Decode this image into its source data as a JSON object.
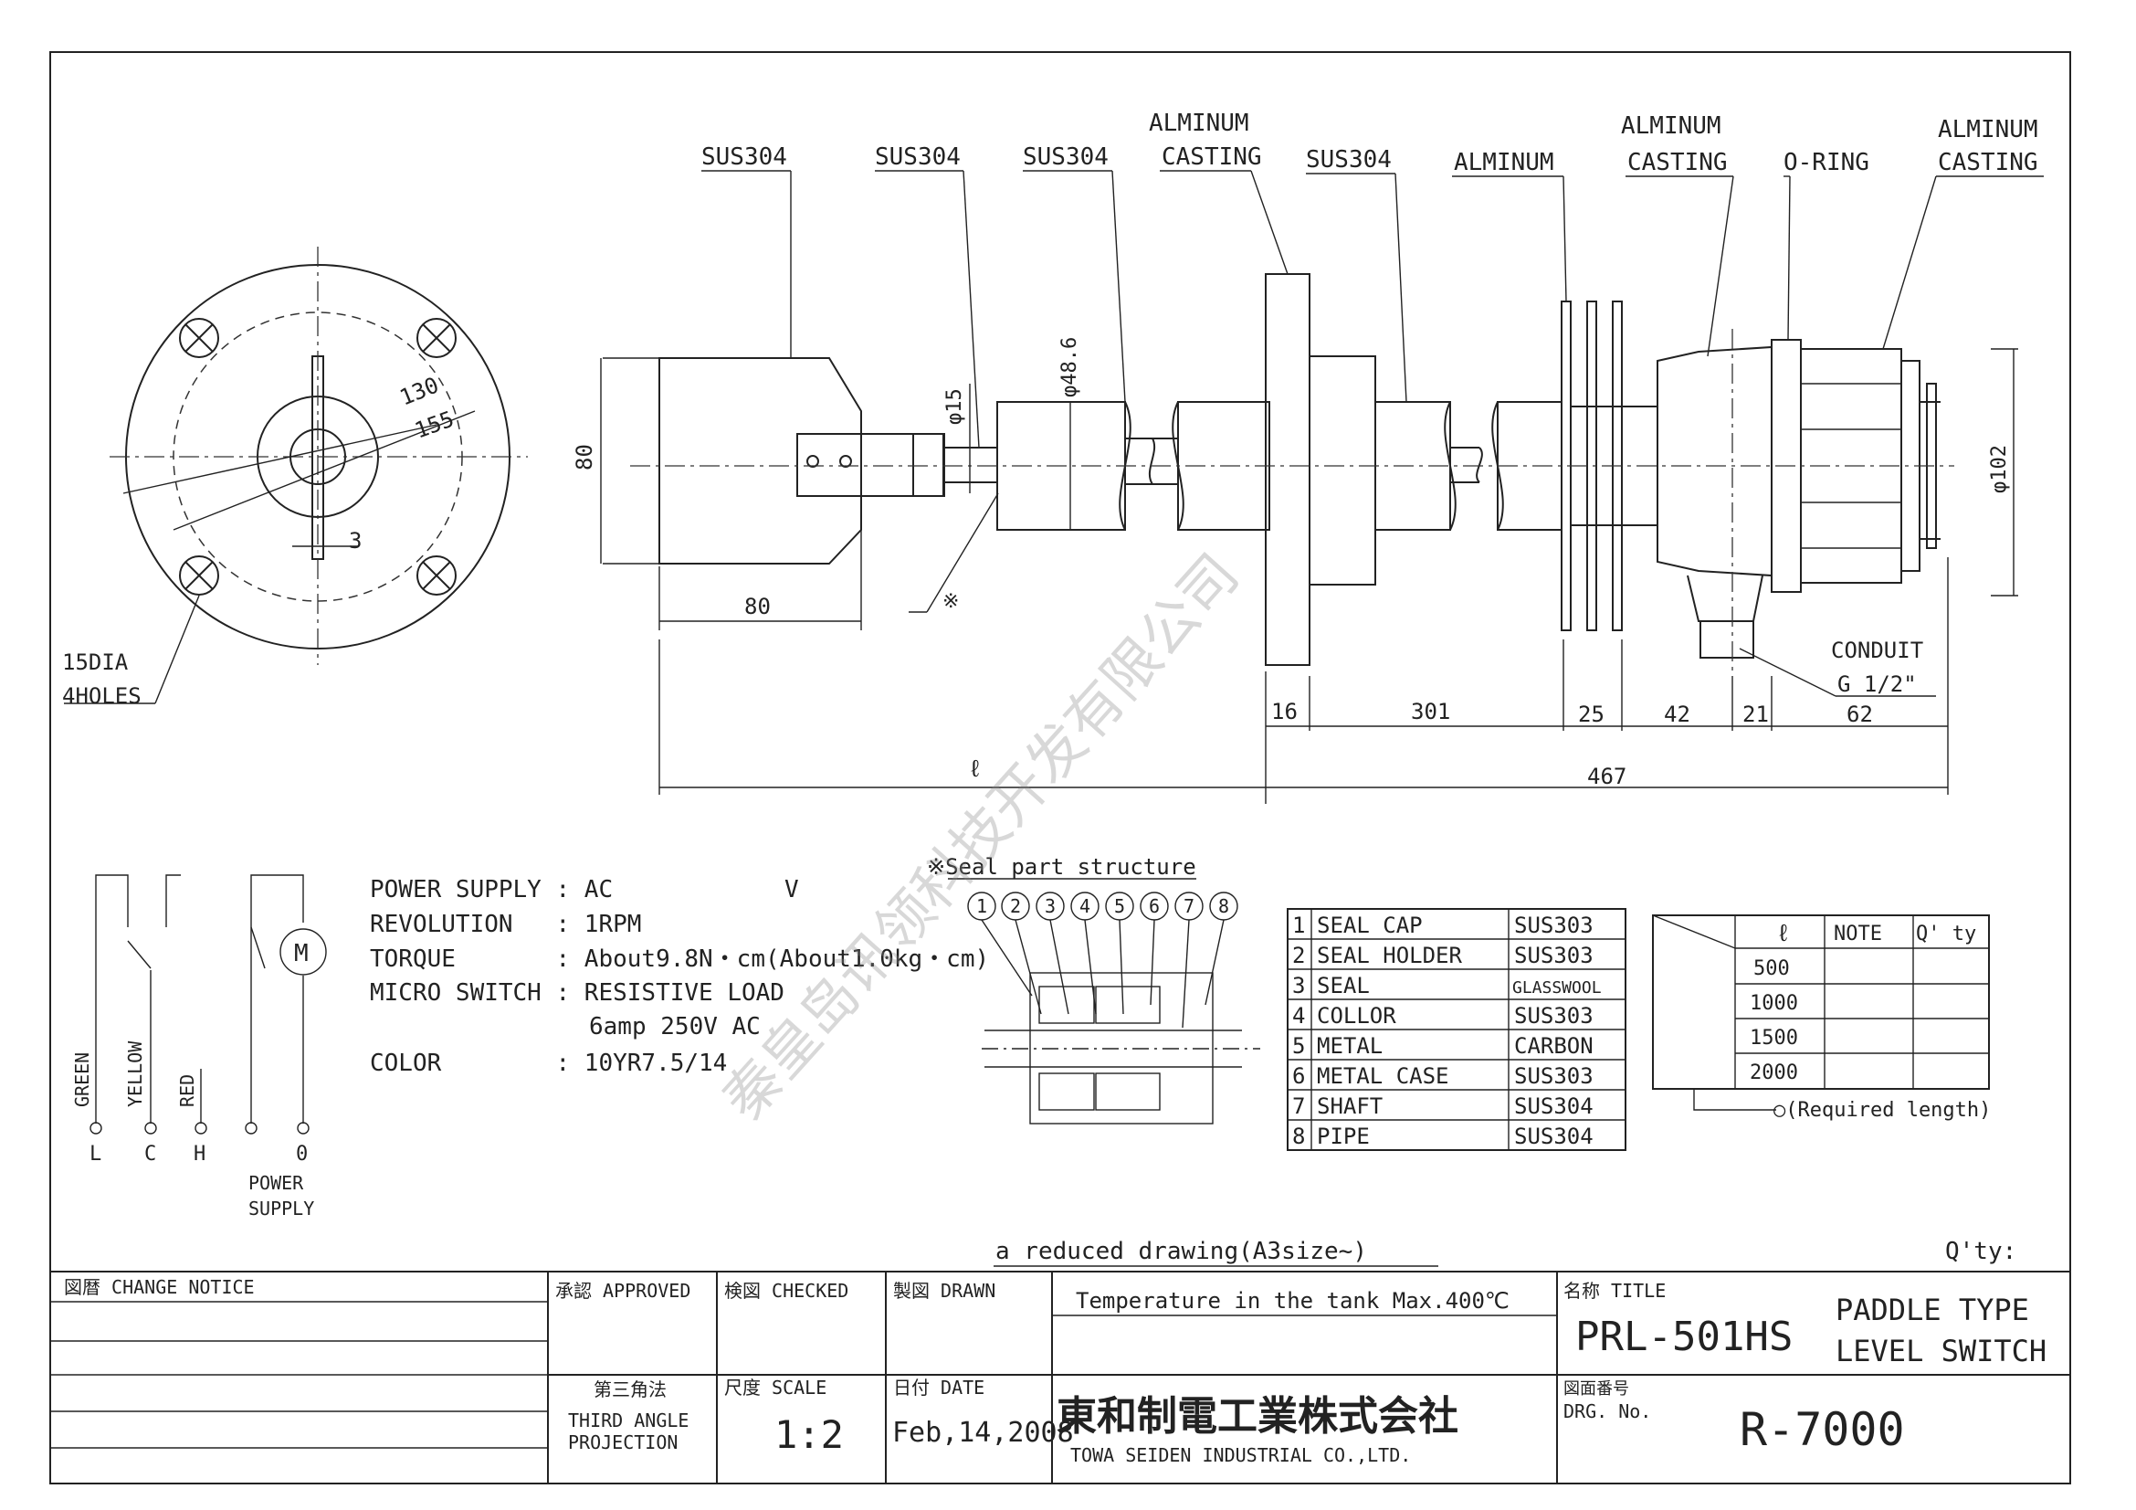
{
  "materials": {
    "sus304_a": "SUS304",
    "sus304_b": "SUS304",
    "sus304_c": "SUS304",
    "alminum_casting_1": [
      "ALMINUM",
      "CASTING"
    ],
    "sus304_d": "SUS304",
    "alminum": "ALMINUM",
    "alminum_casting_2": [
      "ALMINUM",
      "CASTING"
    ],
    "o_ring": "O-RING",
    "alminum_casting_3": [
      "ALMINUM",
      "CASTING"
    ]
  },
  "dimensions": {
    "d130": "130",
    "d155": "155",
    "d3": "3",
    "holes": [
      "15DIA",
      "4HOLES"
    ],
    "h80": "80",
    "w80": "80",
    "phi15": "φ15",
    "phi48": "φ48.6",
    "phi102": "φ102",
    "d16": "16",
    "d301": "301",
    "d25": "25",
    "d42": "42",
    "d21": "21",
    "d62": "62",
    "ell": "ℓ",
    "d467": "467",
    "kome": "※",
    "conduit": [
      "CONDUIT",
      "G 1/2\""
    ]
  },
  "specs": {
    "power_supply": "POWER SUPPLY : AC            V",
    "revolution": "REVOLUTION   : 1RPM",
    "torque": "TORQUE       : About9.8N・cm(About1.0kg・cm)",
    "micro_switch": "MICRO SWITCH : RESISTIVE LOAD",
    "micro_switch_2": "6amp 250V AC",
    "color": "COLOR        : 10YR7.5/14"
  },
  "wiring": {
    "wires": [
      "GREEN",
      "YELLOW",
      "RED"
    ],
    "terminals": [
      "L",
      "C",
      "H",
      "0"
    ],
    "motor": "M",
    "power_supply": [
      "POWER",
      "SUPPLY"
    ]
  },
  "seal_structure": {
    "title": "※Seal part structure",
    "numbers": [
      "1",
      "2",
      "3",
      "4",
      "5",
      "6",
      "7",
      "8"
    ]
  },
  "parts_table": [
    {
      "no": "1",
      "name": "SEAL CAP",
      "material": "SUS303"
    },
    {
      "no": "2",
      "name": "SEAL HOLDER",
      "material": "SUS303"
    },
    {
      "no": "3",
      "name": "SEAL",
      "material": "GLASSWOOL"
    },
    {
      "no": "4",
      "name": "COLLOR",
      "material": "SUS303"
    },
    {
      "no": "5",
      "name": "METAL",
      "material": "CARBON"
    },
    {
      "no": "6",
      "name": "METAL CASE",
      "material": "SUS303"
    },
    {
      "no": "7",
      "name": "SHAFT",
      "material": "SUS304"
    },
    {
      "no": "8",
      "name": "PIPE",
      "material": "SUS304"
    }
  ],
  "length_table": {
    "headers": [
      "ℓ",
      "NOTE",
      "Q' ty"
    ],
    "rows": [
      "500",
      "1000",
      "1500",
      "2000"
    ],
    "note": "○(Required length)"
  },
  "reduced_drawing": "a reduced drawing(A3size~)",
  "qty": "Q'ty:",
  "watermark": "秦皇岛讯领科技开发有限公司",
  "title_block": {
    "change_notice": "図暦 CHANGE NOTICE",
    "approved": "承認 APPROVED",
    "checked": "検図 CHECKED",
    "drawn": "製図 DRAWN",
    "temperature": "Temperature in the tank Max.400℃",
    "title_label": "名称 TITLE",
    "model": "PRL-501HS",
    "title_1": "PADDLE TYPE",
    "title_2": "LEVEL SWITCH",
    "projection_jp": "第三角法",
    "projection": [
      "THIRD ANGLE",
      "PROJECTION"
    ],
    "scale_label": "尺度 SCALE",
    "scale": "1:2",
    "date_label": "日付 DATE",
    "date": "Feb,14,2008",
    "company_jp": "東和制電工業株式会社",
    "company_en": "TOWA SEIDEN INDUSTRIAL CO.,LTD.",
    "drg_label_jp": "図面番号",
    "drg_label": "DRG. No.",
    "drg_no": "R-7000"
  }
}
